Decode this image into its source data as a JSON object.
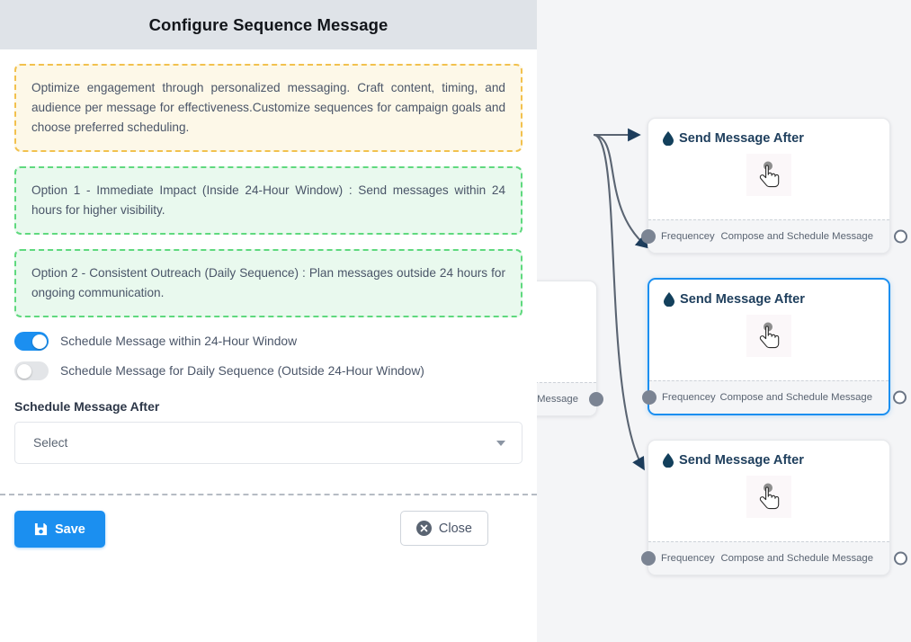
{
  "panel": {
    "title": "Configure Sequence Message",
    "info_callout": "Optimize engagement through personalized messaging. Craft content, timing, and audience per message for effectiveness.Customize sequences for campaign goals and choose preferred scheduling.",
    "option_1": "Option 1 - Immediate Impact (Inside 24-Hour Window) : Send messages within 24 hours for higher visibility.",
    "option_2": "Option 2 - Consistent Outreach (Daily Sequence) : Plan messages outside 24 hours for ongoing communication.",
    "toggles": [
      {
        "label": "Schedule Message within 24-Hour Window",
        "on": true
      },
      {
        "label": "Schedule Message for Daily Sequence (Outside 24-Hour Window)",
        "on": false
      }
    ],
    "select_field": {
      "label": "Schedule Message After",
      "value": "Select"
    },
    "footer": {
      "save_label": "Save",
      "close_label": "Close"
    }
  },
  "canvas": {
    "partial_node": {
      "footer_text": "ce Message"
    },
    "nodes": [
      {
        "title": "Send Message After",
        "footer_left": "Frequencey",
        "footer_right": "Compose and Schedule Message",
        "selected": false
      },
      {
        "title": "Send Message After",
        "footer_left": "Frequencey",
        "footer_right": "Compose and Schedule Message",
        "selected": true
      },
      {
        "title": "Send Message After",
        "footer_left": "Frequencey",
        "footer_right": "Compose and Schedule Message",
        "selected": false
      }
    ]
  },
  "colors": {
    "accent": "#1b8ff0",
    "header_bg": "#dfe3e8",
    "canvas_bg": "#f4f5f7",
    "info_border": "#f2c14e",
    "info_bg": "#fdf8e8",
    "option_border": "#5fd97e",
    "option_bg": "#e9f9ee",
    "node_title": "#20405e",
    "edge": "#5a6472"
  }
}
